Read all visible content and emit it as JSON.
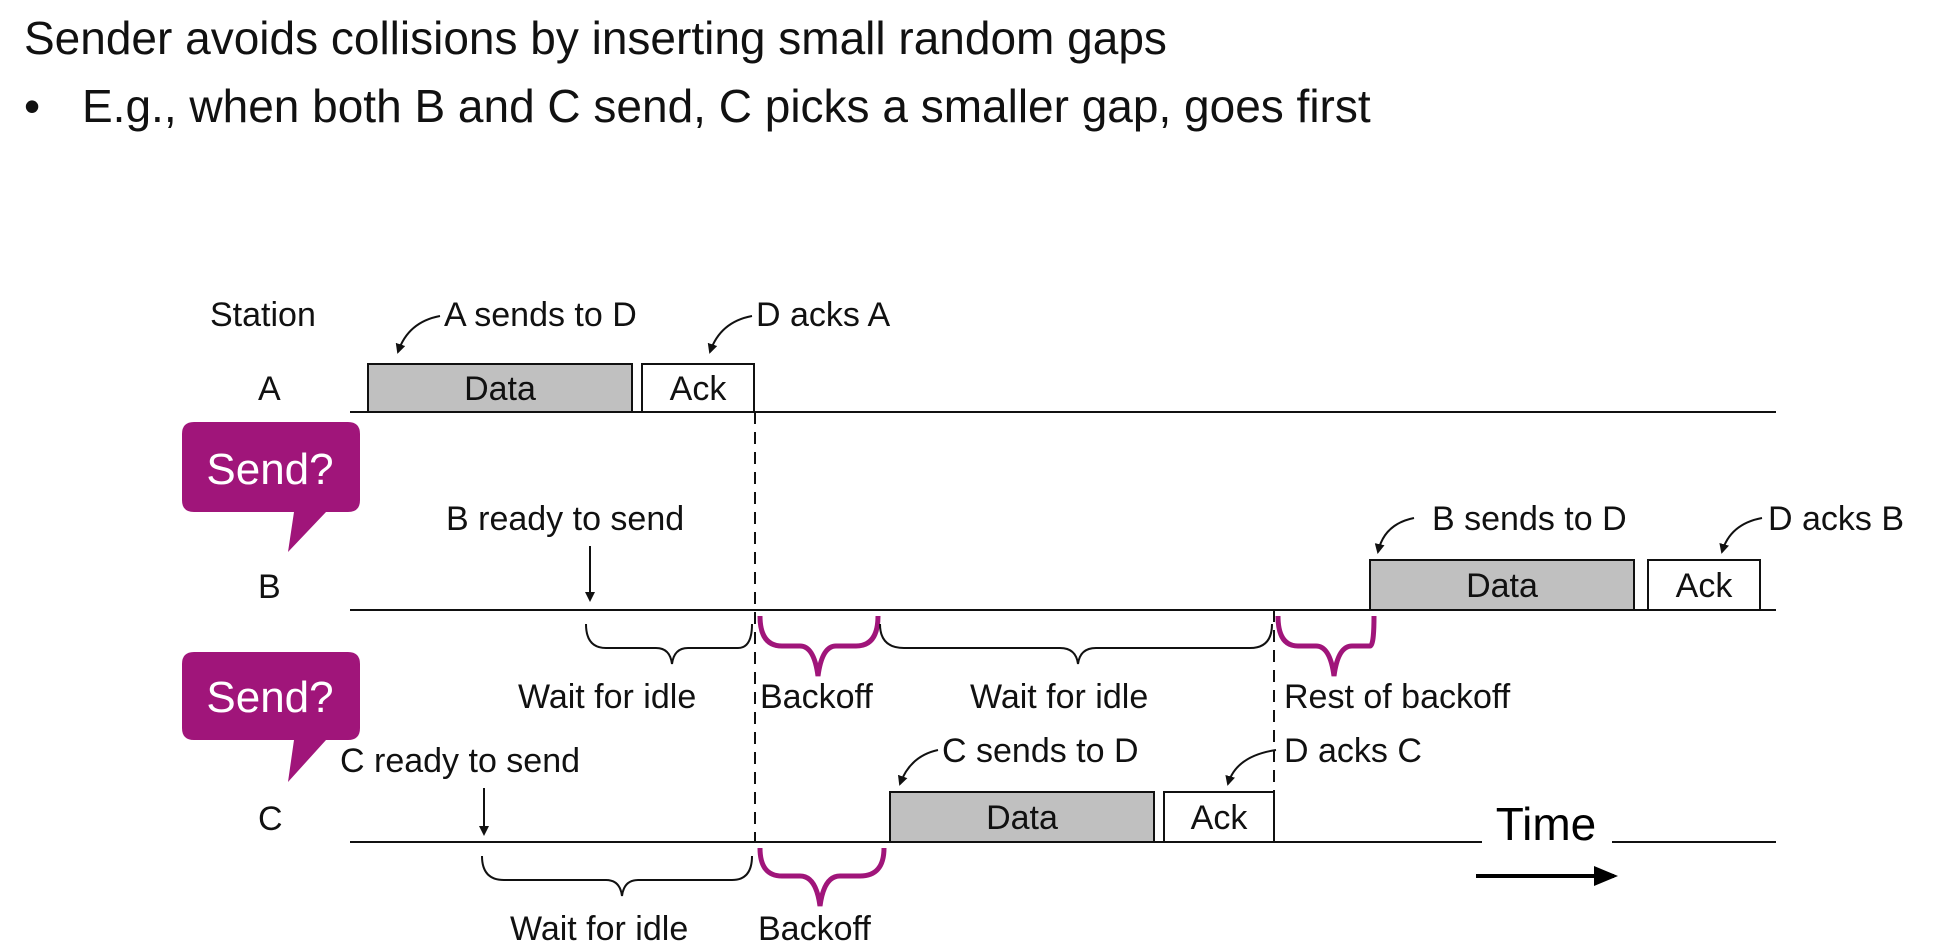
{
  "slide": {
    "title": "Sender avoids collisions by inserting small random gaps",
    "bullet_marker": "•",
    "bullet": "E.g., when both B and C send, C picks a smaller gap, goes first"
  },
  "diagram": {
    "station_header": "Station",
    "stations": {
      "a": "A",
      "b": "B",
      "c": "C"
    },
    "frames": {
      "data": "Data",
      "ack": "Ack"
    },
    "annotations": {
      "a_sends": "A sends to D",
      "d_acks_a": "D acks A",
      "b_ready": "B ready to send",
      "b_sends": "B sends to D",
      "d_acks_b": "D acks B",
      "c_ready": "C ready to send",
      "c_sends": "C sends to D",
      "d_acks_c": "D acks C"
    },
    "interval_labels": {
      "b_wait_1": "Wait for idle",
      "b_backoff": "Backoff",
      "b_wait_2": "Wait for idle",
      "b_rest_backoff": "Rest of backoff",
      "c_wait": "Wait for idle",
      "c_backoff": "Backoff"
    },
    "callouts": {
      "b": "Send?",
      "c": "Send?"
    },
    "time_label": "Time",
    "colors": {
      "frame_fill": "#c0c0c0",
      "accent": "#a0157a",
      "line": "#111111"
    }
  }
}
